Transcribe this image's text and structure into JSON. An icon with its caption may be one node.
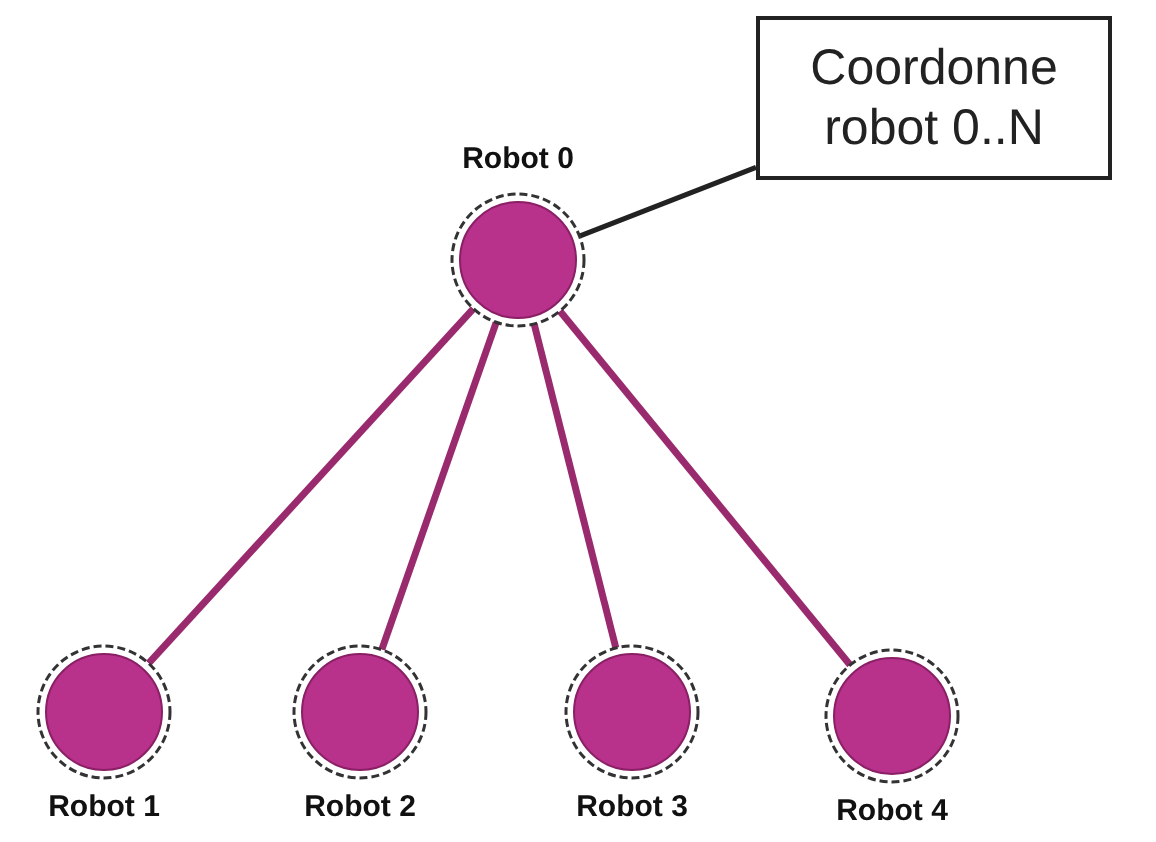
{
  "diagram": {
    "nodes": [
      {
        "text": [
          "Coordonne robot 0..N"
        ]
      },
      {
        "text": [
          "Robot 0"
        ]
      },
      {
        "text": [
          "Robot 1"
        ]
      },
      {
        "text": [
          "Robot 2"
        ]
      },
      {
        "text": [
          "Robot 3"
        ]
      },
      {
        "text": [
          "Robot 4"
        ]
      }
    ],
    "edges": [
      {
        "from": 0,
        "to": 1,
        "arrow": "none",
        "color": "#222222"
      },
      {
        "from": 1,
        "to": 2,
        "arrow": "none"
      },
      {
        "from": 1,
        "to": 3,
        "arrow": "none"
      },
      {
        "from": 1,
        "to": 4,
        "arrow": "none"
      },
      {
        "from": 1,
        "to": 5,
        "arrow": "none"
      }
    ]
  }
}
